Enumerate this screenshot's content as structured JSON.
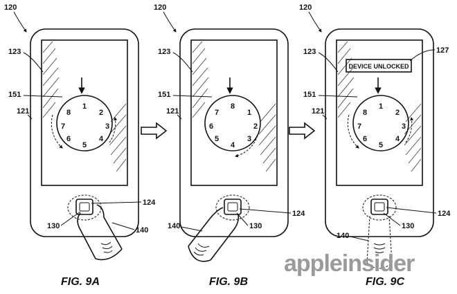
{
  "refs": {
    "device": "120",
    "screen": "123",
    "housing": "121",
    "dial": "151",
    "button": "124",
    "sensor": "130",
    "finger": "140",
    "message": "127"
  },
  "panels": [
    {
      "caption": "FIG. 9A",
      "digits": [
        "1",
        "2",
        "3",
        "4",
        "5",
        "6",
        "7",
        "8"
      ],
      "unlocked": false
    },
    {
      "caption": "FIG. 9B",
      "digits": [
        "8",
        "1",
        "2",
        "3",
        "4",
        "5",
        "6",
        "7"
      ],
      "unlocked": false
    },
    {
      "caption": "FIG. 9C",
      "digits": [
        "1",
        "2",
        "3",
        "4",
        "5",
        "6",
        "7",
        "8"
      ],
      "unlocked": true
    }
  ],
  "unlock_message": "DEVICE UNLOCKED",
  "watermark": "appleinsider"
}
